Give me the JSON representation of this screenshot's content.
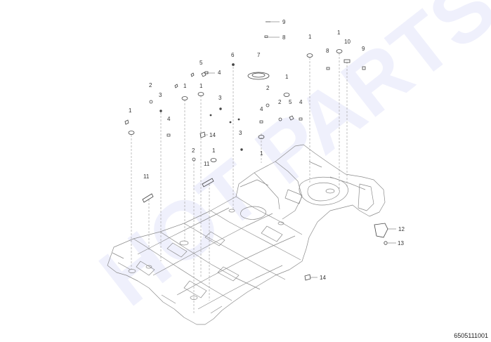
{
  "diagram": {
    "part_number": "6505111001",
    "watermark_text": "HOT PARTS",
    "line_color": "#8a8a8a",
    "watermark_color": "#2f3fd8",
    "callouts": [
      {
        "id": "c9a",
        "label": "9"
      },
      {
        "id": "c8a",
        "label": "8"
      },
      {
        "id": "c1a",
        "label": "1"
      },
      {
        "id": "c1b",
        "label": "1"
      },
      {
        "id": "c10",
        "label": "10"
      },
      {
        "id": "c8b",
        "label": "8"
      },
      {
        "id": "c9b",
        "label": "9"
      },
      {
        "id": "c7",
        "label": "7"
      },
      {
        "id": "c6",
        "label": "6"
      },
      {
        "id": "c5a",
        "label": "5"
      },
      {
        "id": "c4a",
        "label": "4"
      },
      {
        "id": "c1c",
        "label": "1"
      },
      {
        "id": "c2a",
        "label": "2"
      },
      {
        "id": "c3a",
        "label": "3"
      },
      {
        "id": "c1d",
        "label": "1"
      },
      {
        "id": "c3b",
        "label": "3"
      },
      {
        "id": "c2b",
        "label": "2"
      },
      {
        "id": "c1e",
        "label": "1"
      },
      {
        "id": "c2c",
        "label": "2"
      },
      {
        "id": "c5b",
        "label": "5"
      },
      {
        "id": "c4b",
        "label": "4"
      },
      {
        "id": "c4c",
        "label": "4"
      },
      {
        "id": "c1f",
        "label": "1"
      },
      {
        "id": "c4d",
        "label": "4"
      },
      {
        "id": "c14a",
        "label": "14"
      },
      {
        "id": "c3c",
        "label": "3"
      },
      {
        "id": "c1g",
        "label": "1"
      },
      {
        "id": "c2d",
        "label": "2"
      },
      {
        "id": "c1h",
        "label": "1"
      },
      {
        "id": "c11a",
        "label": "11"
      },
      {
        "id": "c11b",
        "label": "11"
      },
      {
        "id": "c12",
        "label": "12"
      },
      {
        "id": "c13",
        "label": "13"
      },
      {
        "id": "c14b",
        "label": "14"
      }
    ]
  }
}
